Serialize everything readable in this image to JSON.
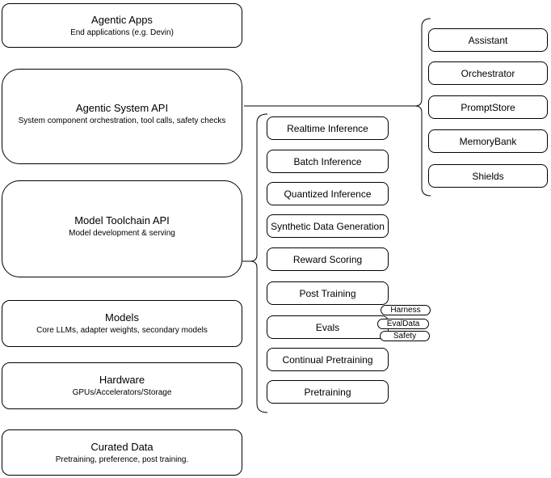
{
  "colors": {
    "background": "#ffffff",
    "box_fill": "#ffffff",
    "stroke": "#000000",
    "text": "#000000"
  },
  "left_stack": [
    {
      "title": "Agentic Apps",
      "subtitle": "End applications (e.g. Devin)"
    },
    {
      "title": "Agentic System API",
      "subtitle": "System component orchestration, tool calls, safety checks"
    },
    {
      "title": "Model Toolchain API",
      "subtitle": "Model development & serving"
    },
    {
      "title": "Models",
      "subtitle": "Core LLMs, adapter weights, secondary models"
    },
    {
      "title": "Hardware",
      "subtitle": "GPUs/Accelerators/Storage"
    },
    {
      "title": "Curated Data",
      "subtitle": "Pretraining, preference, post training."
    }
  ],
  "toolchain_services": [
    {
      "label": "Realtime Inference"
    },
    {
      "label": "Batch Inference"
    },
    {
      "label": "Quantized Inference"
    },
    {
      "label": "Synthetic Data Generation"
    },
    {
      "label": "Reward Scoring"
    },
    {
      "label": "Post Training"
    },
    {
      "label": "Evals"
    },
    {
      "label": "Continual Pretraining"
    },
    {
      "label": "Pretraining"
    }
  ],
  "eval_tags": [
    {
      "label": "Harness"
    },
    {
      "label": "EvalData"
    },
    {
      "label": "Safety"
    }
  ],
  "system_components": [
    {
      "label": "Assistant"
    },
    {
      "label": "Orchestrator"
    },
    {
      "label": "PromptStore"
    },
    {
      "label": "MemoryBank"
    },
    {
      "label": "Shields"
    }
  ]
}
